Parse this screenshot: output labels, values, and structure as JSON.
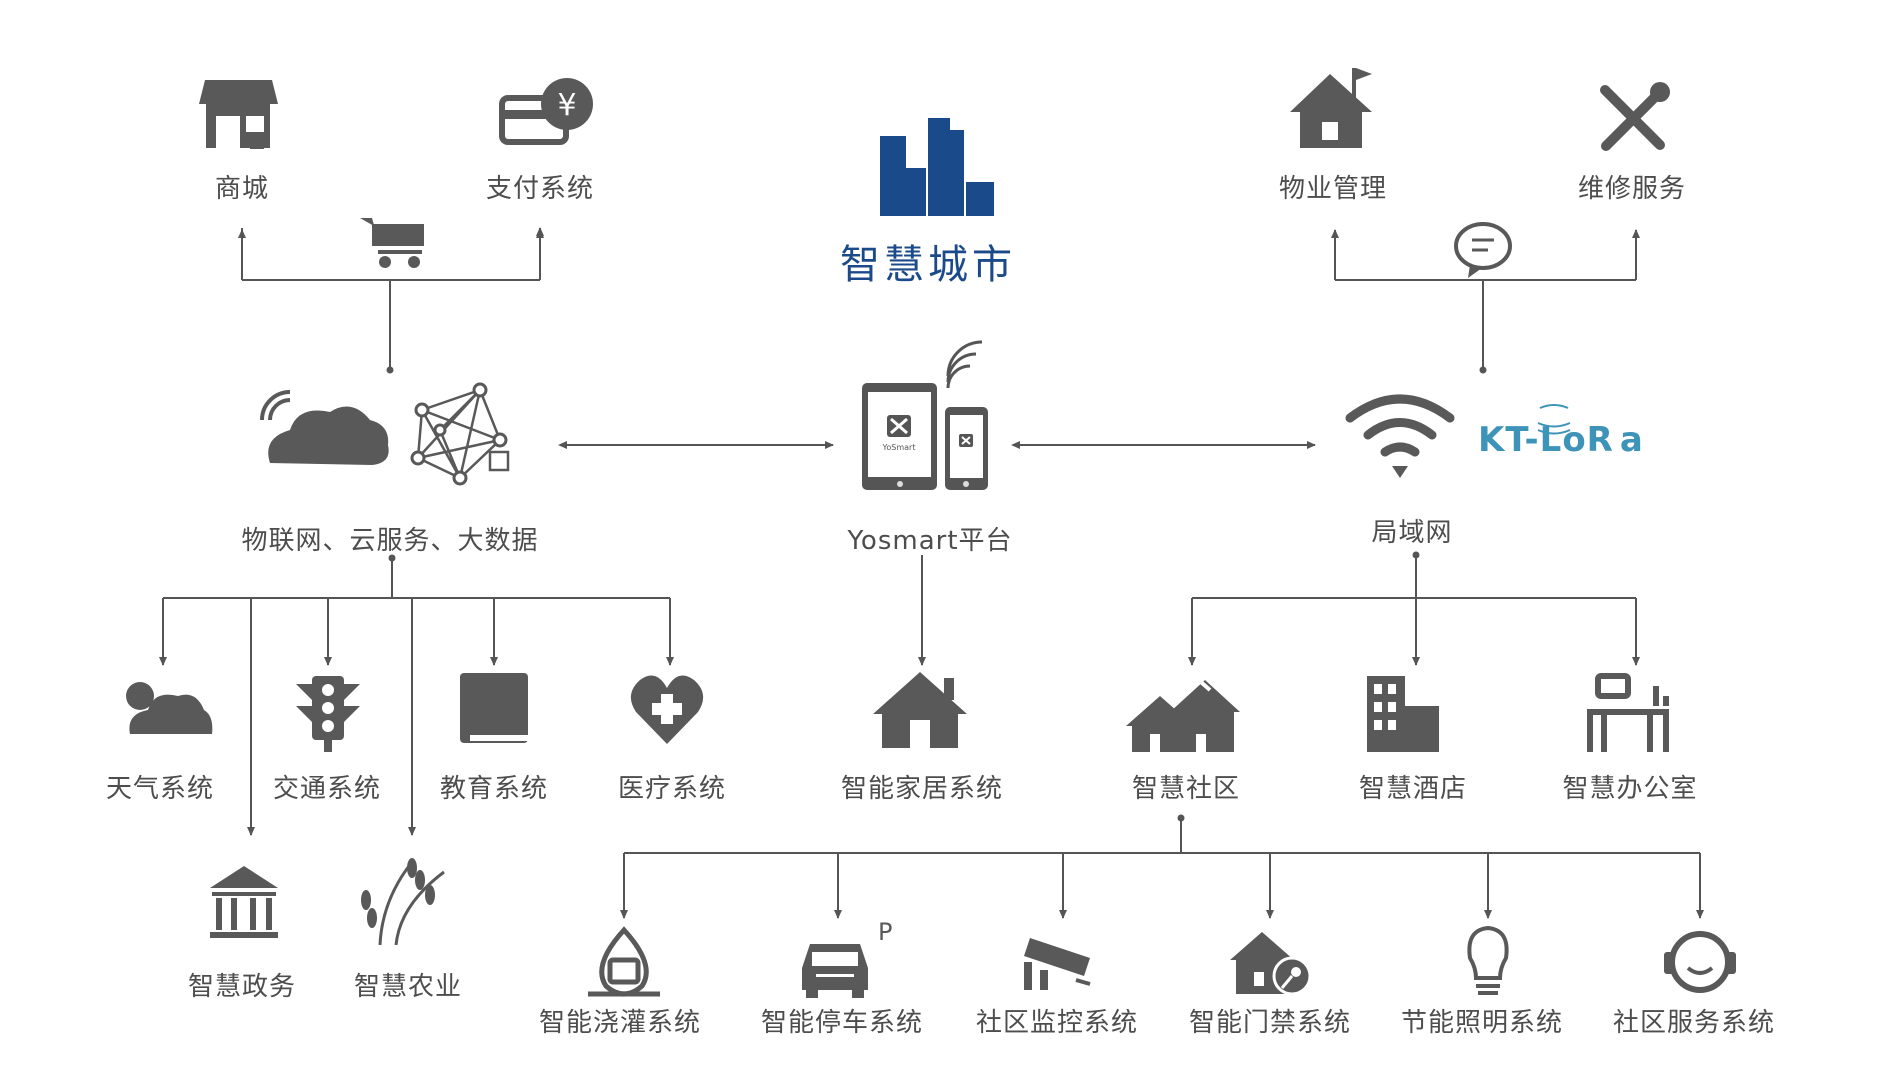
{
  "title": "智慧城市",
  "colors": {
    "brand": "#1b4a8a",
    "icon": "#595959",
    "line": "#555555",
    "lora": "#3d93b8"
  },
  "center": {
    "platform_label": "Yosmart平台",
    "device_text": "YoSmart"
  },
  "left": {
    "hub_label": "物联网、云服务、大数据",
    "top_items": [
      {
        "label": "商城",
        "icon": "shop-icon"
      },
      {
        "label": "支付系统",
        "icon": "payment-icon"
      }
    ],
    "cart_icon": "cart-icon",
    "systems": [
      {
        "label": "天气系统",
        "icon": "weather-icon"
      },
      {
        "label": "交通系统",
        "icon": "traffic-light-icon"
      },
      {
        "label": "教育系统",
        "icon": "book-icon"
      },
      {
        "label": "医疗系统",
        "icon": "medical-heart-icon"
      }
    ],
    "lower_systems": [
      {
        "label": "智慧政务",
        "icon": "government-icon"
      },
      {
        "label": "智慧农业",
        "icon": "wheat-icon"
      }
    ]
  },
  "right": {
    "hub_label": "局域网",
    "lora_text": {
      "kt": "KT-",
      "lora": "LoR",
      "a": "a"
    },
    "top_items": [
      {
        "label": "物业管理",
        "icon": "property-house-icon"
      },
      {
        "label": "维修服务",
        "icon": "repair-tools-icon"
      }
    ],
    "chat_icon": "chat-icon",
    "branches": [
      {
        "label": "智慧社区",
        "icon": "community-icon"
      },
      {
        "label": "智慧酒店",
        "icon": "hotel-icon"
      },
      {
        "label": "智慧办公室",
        "icon": "office-icon"
      }
    ]
  },
  "home": {
    "label": "智能家居系统",
    "icon": "home-icon"
  },
  "community_systems": [
    {
      "label": "智能浇灌系统",
      "icon": "irrigation-icon"
    },
    {
      "label": "智能停车系统",
      "icon": "parking-icon"
    },
    {
      "label": "社区监控系统",
      "icon": "cctv-icon"
    },
    {
      "label": "智能门禁系统",
      "icon": "door-access-icon"
    },
    {
      "label": "节能照明系统",
      "icon": "bulb-icon"
    },
    {
      "label": "社区服务系统",
      "icon": "headset-icon"
    }
  ]
}
